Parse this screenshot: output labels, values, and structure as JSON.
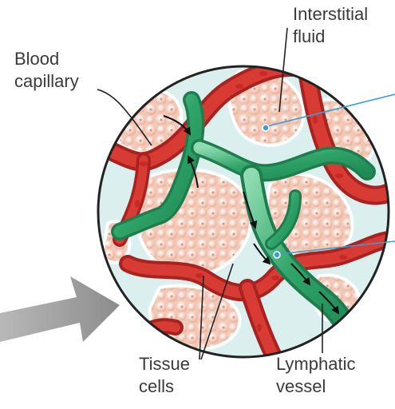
{
  "labels": {
    "interstitial_fluid": {
      "line1": "Interstitial",
      "line2": "fluid"
    },
    "blood_capillary": {
      "line1": "Blood",
      "line2": "capillary"
    },
    "tissue_cells": {
      "line1": "Tissue",
      "line2": "cells"
    },
    "lymphatic_vessel": {
      "line1": "Lymphatic",
      "line2": "vessel"
    }
  },
  "colors": {
    "blood_capillary": "#d83a34",
    "capillary_dark": "#a8221f",
    "lymphatic_vessel": "#2fa469",
    "lymphatic_light": "#7fd2a3",
    "tissue_cell": "#f6cfc0",
    "interstitial_fluid": "#d8eef3",
    "arrow_gray": "#9a9a9a",
    "pointer_blue": "#3a9ed0"
  }
}
